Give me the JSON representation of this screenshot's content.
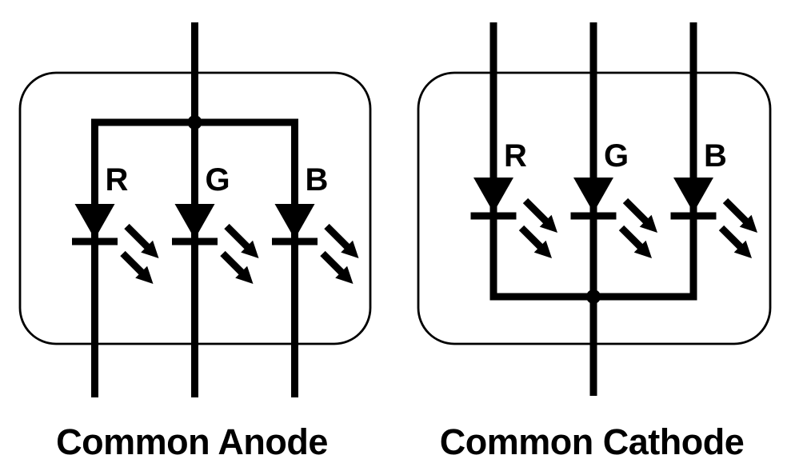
{
  "page": {
    "background": "#ffffff"
  },
  "diagram": {
    "type": "circuit-schematic",
    "subject": "RGB LED package wiring",
    "stroke_color": "#000000",
    "circuits": [
      {
        "id": "common-anode",
        "caption": "Common Anode",
        "common_terminal": "anode",
        "common_pin_side": "top",
        "leds": [
          {
            "label": "R"
          },
          {
            "label": "G"
          },
          {
            "label": "B"
          }
        ]
      },
      {
        "id": "common-cathode",
        "caption": "Common Cathode",
        "common_terminal": "cathode",
        "common_pin_side": "bottom",
        "leds": [
          {
            "label": "R"
          },
          {
            "label": "G"
          },
          {
            "label": "B"
          }
        ]
      }
    ]
  }
}
